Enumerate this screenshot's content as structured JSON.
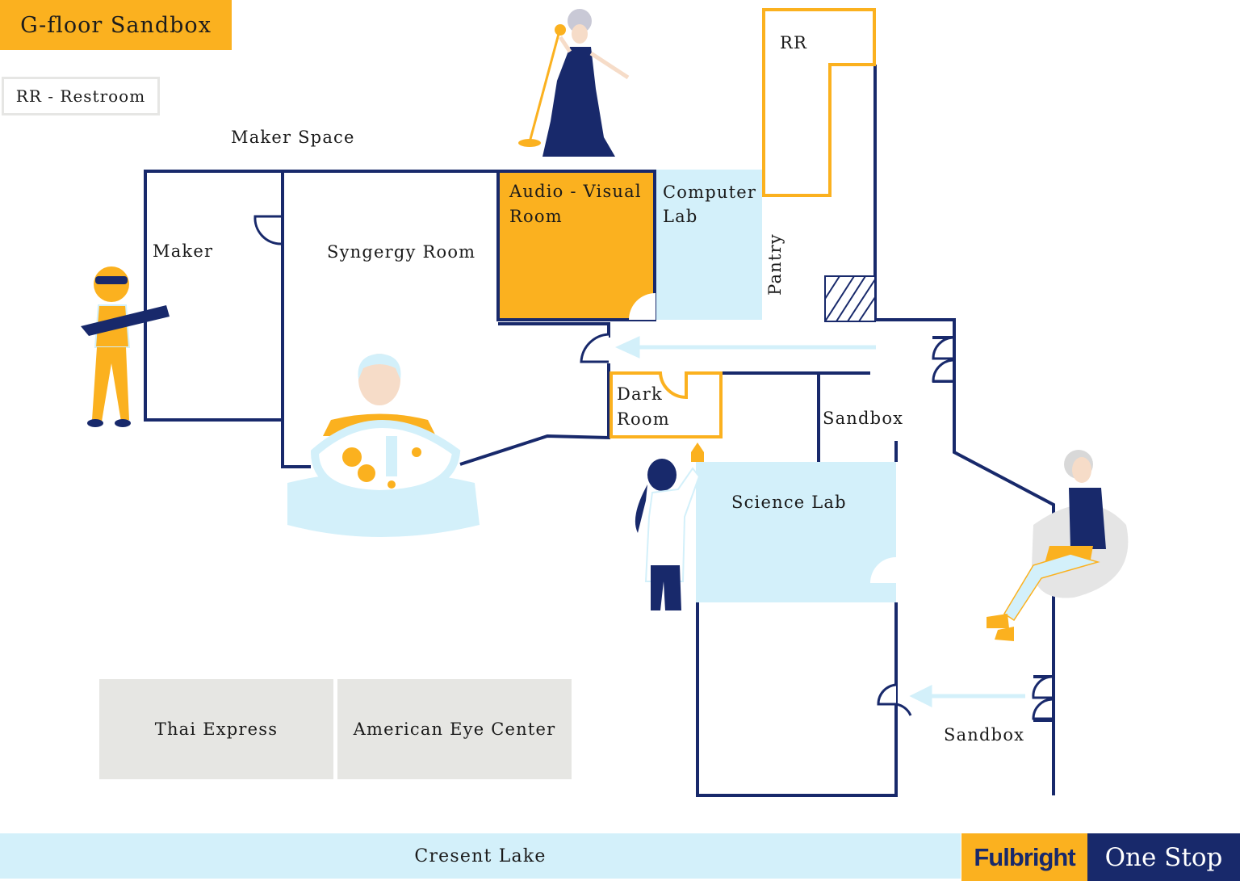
{
  "title": "G-floor Sandbox",
  "legend": "RR - Restroom",
  "rooms": {
    "maker_space": "Maker Space",
    "maker": "Maker",
    "synergy": "Syngergy Room",
    "av_line1": "Audio - Visual",
    "av_line2": "Room",
    "computer_line1": "Computer",
    "computer_line2": "Lab",
    "pantry": "Pantry",
    "rr": "RR",
    "dark_line1": "Dark",
    "dark_line2": "Room",
    "sandbox_upper": "Sandbox",
    "science": "Science Lab",
    "sandbox_lower": "Sandbox"
  },
  "stores": {
    "thai": "Thai Express",
    "eye": "American Eye Center"
  },
  "footer": {
    "lake": "Cresent Lake",
    "brand": "Fulbright",
    "brand_suffix": "One Stop"
  },
  "colors": {
    "wall": "#18296b",
    "accent": "#fbb11f",
    "light_blue": "#d3f0fa",
    "store_gray": "#e6e6e3"
  },
  "icons": [
    "singer-figure",
    "maker-figure-with-saw",
    "robot-figure-with-gears",
    "scientist-figure",
    "reader-figure-on-chair",
    "direction-arrow"
  ]
}
